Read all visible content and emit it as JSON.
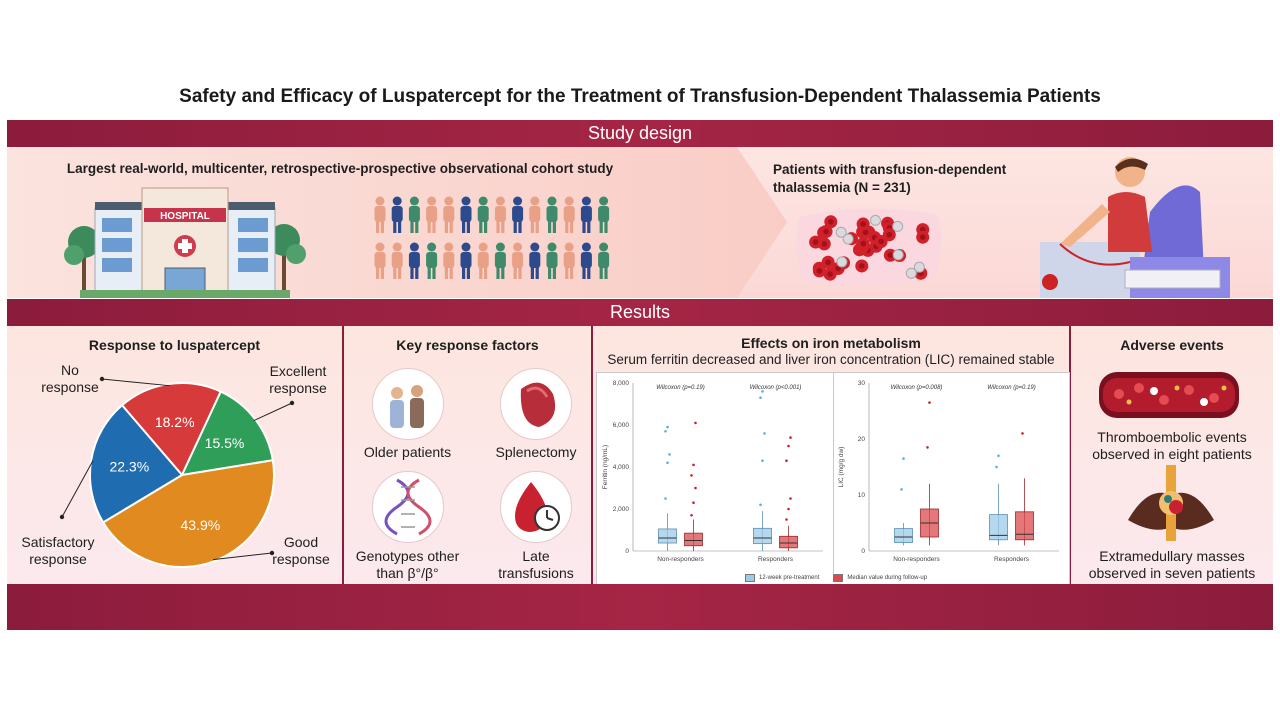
{
  "title": "Safety and Efficacy of Luspatercept for the Treatment of Transfusion-Dependent Thalassemia Patients",
  "study_design": {
    "header": "Study design",
    "study_desc": "Largest real-world, multicenter, retrospective-prospective observational cohort study",
    "hospital_sign": "HOSPITAL",
    "patients_line1": "Patients with transfusion-dependent",
    "patients_line2": "thalassemia (N = 231)"
  },
  "results": {
    "header": "Results",
    "response": {
      "title": "Response to luspatercept",
      "labels": {
        "no_1": "No",
        "no_2": "response",
        "exc_1": "Excellent",
        "exc_2": "response",
        "sat_1": "Satisfactory",
        "sat_2": "response",
        "good_1": "Good",
        "good_2": "response"
      }
    },
    "factors": {
      "title": "Key response factors",
      "older": "Older patients",
      "splenectomy": "Splenectomy",
      "geno_1": "Genotypes other",
      "geno_2": "than β°/β°",
      "late_1": "Late",
      "late_2": "transfusions"
    },
    "iron": {
      "title": "Effects on iron metabolism",
      "subtitle": "Serum ferritin decreased and liver iron concentration (LIC) remained stable",
      "legend_pre": "12-week pre-treatment",
      "legend_post": "Median value during follow-up"
    },
    "adverse": {
      "title": "Adverse events",
      "thrombo_1": "Thromboembolic events",
      "thrombo_2": "observed in eight patients",
      "extra_1": "Extramedullary masses",
      "extra_2": "observed in seven patients"
    }
  },
  "colors": {
    "accent": "#8c1c3c",
    "pre": "#9ecbe8",
    "post": "#d9494e"
  },
  "chart_data": [
    {
      "type": "pie",
      "title": "Response to luspatercept",
      "categories": [
        "No response",
        "Excellent response",
        "Good response",
        "Satisfactory response"
      ],
      "values": [
        18.2,
        15.5,
        43.9,
        22.3
      ],
      "labels": [
        "18.2%",
        "15.5%",
        "43.9%",
        "22.3%"
      ],
      "colors": [
        "#d63a3a",
        "#2e9e59",
        "#e08a1f",
        "#1f6db0"
      ]
    },
    {
      "type": "box",
      "ylabel": "Ferritin (ng/mL)",
      "ylim": [
        0,
        8000
      ],
      "yticks": [
        0,
        2000,
        4000,
        6000,
        8000
      ],
      "ytick_labels": [
        "0",
        "2,000",
        "4,000",
        "6,000",
        "8,000"
      ],
      "categories": [
        "Non-responders",
        "Responders"
      ],
      "tests": [
        "Wilcoxon (p=0.19)",
        "Wilcoxon (p<0.001)"
      ],
      "series": [
        {
          "name": "12-week pre-treatment",
          "boxes": [
            [
              0,
              380,
              620,
              1050,
              1800
            ],
            [
              0,
              350,
              620,
              1080,
              1900
            ]
          ],
          "outliers": [
            [
              2500,
              4200,
              4600,
              5700,
              5900
            ],
            [
              2200,
              4300,
              5600,
              7300,
              7600
            ]
          ]
        },
        {
          "name": "Median value during follow-up",
          "boxes": [
            [
              0,
              250,
              500,
              850,
              1500
            ],
            [
              0,
              150,
              380,
              700,
              1200
            ]
          ],
          "outliers": [
            [
              1700,
              2300,
              3000,
              3600,
              4100,
              6100
            ],
            [
              1500,
              2000,
              2500,
              4300,
              5000,
              5400
            ]
          ]
        }
      ]
    },
    {
      "type": "box",
      "ylabel": "LIC (mg/g dw)",
      "ylim": [
        0,
        30
      ],
      "yticks": [
        0,
        10,
        20,
        30
      ],
      "ytick_labels": [
        "0",
        "10",
        "20",
        "30"
      ],
      "categories": [
        "Non-responders",
        "Responders"
      ],
      "tests": [
        "Wilcoxon (p=0.008)",
        "Wilcoxon (p=0.19)"
      ],
      "series": [
        {
          "name": "12-week pre-treatment",
          "boxes": [
            [
              1,
              1.5,
              2.5,
              4,
              5
            ],
            [
              1,
              2,
              2.8,
              6.5,
              12
            ]
          ],
          "outliers": [
            [
              11,
              16.5
            ],
            [
              15,
              17
            ]
          ]
        },
        {
          "name": "Median value during follow-up",
          "boxes": [
            [
              1,
              2.5,
              5,
              7.5,
              12
            ],
            [
              1,
              2,
              3,
              7,
              13
            ]
          ],
          "outliers": [
            [
              18.5,
              26.5
            ],
            [
              21
            ]
          ]
        }
      ]
    }
  ]
}
